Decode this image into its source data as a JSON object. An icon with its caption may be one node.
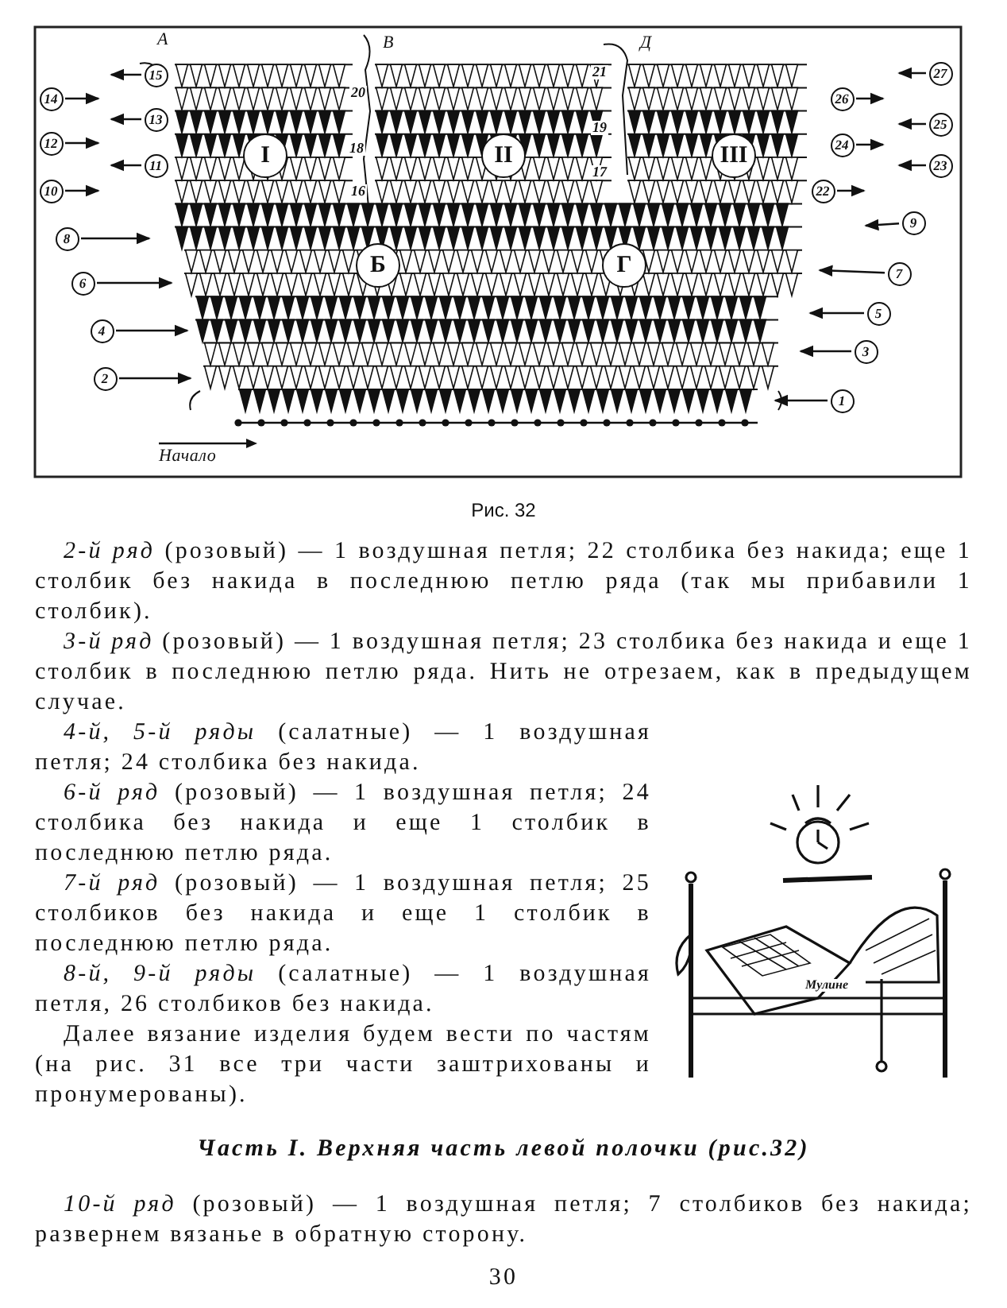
{
  "diagram": {
    "caption": "Рис. 32",
    "nodes": [
      {
        "text": [
          "15"
        ]
      },
      {
        "text": [
          "14"
        ]
      },
      {
        "text": [
          "13"
        ]
      },
      {
        "text": [
          "12"
        ]
      },
      {
        "text": [
          "11"
        ]
      },
      {
        "text": [
          "10"
        ]
      },
      {
        "text": [
          "8"
        ]
      },
      {
        "text": [
          "6"
        ]
      },
      {
        "text": [
          "4"
        ]
      },
      {
        "text": [
          "2"
        ]
      },
      {
        "text": [
          "27"
        ]
      },
      {
        "text": [
          "26"
        ]
      },
      {
        "text": [
          "25"
        ]
      },
      {
        "text": [
          "24"
        ]
      },
      {
        "text": [
          "23"
        ]
      },
      {
        "text": [
          "22"
        ]
      },
      {
        "text": [
          "9"
        ]
      },
      {
        "text": [
          "7"
        ]
      },
      {
        "text": [
          "5"
        ]
      },
      {
        "text": [
          "3"
        ]
      },
      {
        "text": [
          "1"
        ]
      },
      {
        "text": [
          "I"
        ]
      },
      {
        "text": [
          "II"
        ]
      },
      {
        "text": [
          "III"
        ]
      },
      {
        "text": [
          "Б"
        ]
      },
      {
        "text": [
          "Г"
        ]
      }
    ],
    "edges": [
      {
        "from": 0,
        "to": null,
        "arrow": "to"
      },
      {
        "from": 1,
        "to": null,
        "arrow": "to"
      },
      {
        "from": 2,
        "to": null,
        "arrow": "to"
      },
      {
        "from": 3,
        "to": null,
        "arrow": "to"
      },
      {
        "from": 4,
        "to": null,
        "arrow": "to"
      },
      {
        "from": 5,
        "to": null,
        "arrow": "to"
      },
      {
        "from": 6,
        "to": null,
        "arrow": "to"
      },
      {
        "from": 7,
        "to": null,
        "arrow": "to"
      },
      {
        "from": 8,
        "to": null,
        "arrow": "to"
      },
      {
        "from": 9,
        "to": null,
        "arrow": "to"
      },
      {
        "from": 10,
        "to": null,
        "arrow": "to"
      },
      {
        "from": 11,
        "to": null,
        "arrow": "to"
      },
      {
        "from": 12,
        "to": null,
        "arrow": "to"
      },
      {
        "from": 13,
        "to": null,
        "arrow": "to"
      },
      {
        "from": 14,
        "to": null,
        "arrow": "to"
      },
      {
        "from": 15,
        "to": null,
        "arrow": "to"
      },
      {
        "from": 16,
        "to": null,
        "arrow": "to"
      },
      {
        "from": 17,
        "to": null,
        "arrow": "to"
      },
      {
        "from": 18,
        "to": null,
        "arrow": "to"
      },
      {
        "from": 19,
        "to": null,
        "arrow": "to"
      },
      {
        "from": 20,
        "to": null,
        "arrow": "to"
      }
    ],
    "labels": [
      "А",
      "В",
      "Д",
      "20",
      "18",
      "16",
      "21",
      "19",
      "17",
      "Начало",
      "*2-й ряд* (розовый) — 1 воздушная петля; 22 столбика без накида; еще 1 столбик без накида в последнюю петлю ряда (так мы прибавили 1 столбик).",
      "*3-й ряд* (розовый) — 1 воздушная петля; 23 столбика без накида и еще 1 столбик в последнюю петлю ряда. Нить не отрезаем, как в предыдущем случае.",
      "*4-й, 5-й ряды* (салатные) — 1 воздушная петля; 24 столбика без накида.",
      "*6-й ряд* (розовый) — 1 воздушная петля; 24 столбика без накида и еще 1 столбик в последнюю петлю ряда.",
      "*7-й ряд* (розовый) — 1 воздушная петля; 25 столбиков без накида и еще 1 столбик в последнюю петлю ряда.",
      "*8-й, 9-й ряды* (салатные) — 1 воздушная петля, 26 столбиков без накида.",
      "Далее вязание изделия будем вести по частям (на рис. 31 все три части заштрихованы и пронумерованы).",
      "Мулине",
      "Часть I. Верхняя часть левой полочки (рис.32)",
      "*10-й ряд* (розовый) — 1 воздушная петля; 7 столбиков без накида; развернем вязанье в обратную сторону.",
      "30"
    ]
  }
}
